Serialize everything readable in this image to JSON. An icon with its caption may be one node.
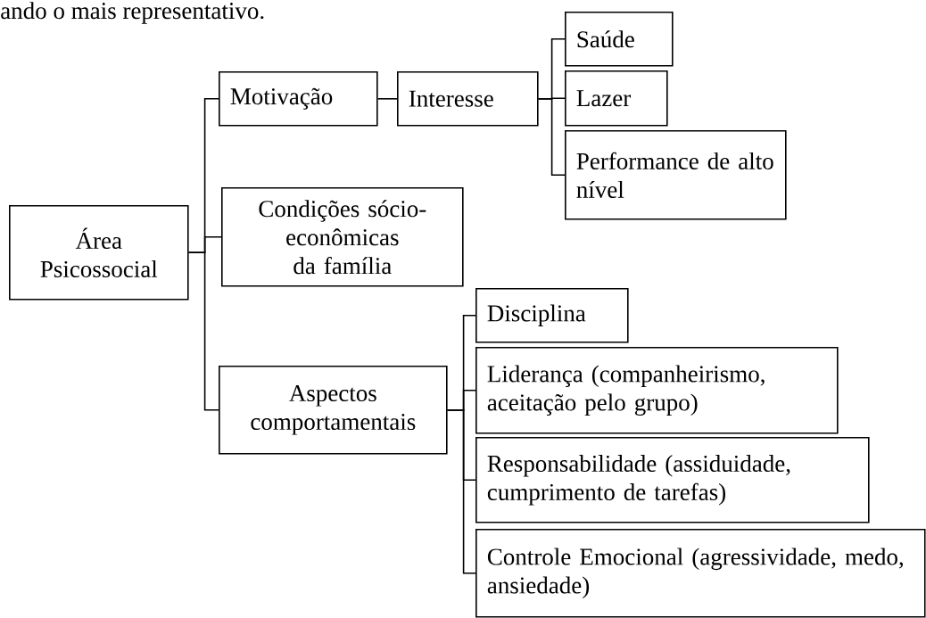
{
  "diagram": {
    "nodes": [
      {
        "text": [
          "Área Psicossocial"
        ]
      },
      {
        "text": [
          "Motivação"
        ]
      },
      {
        "text": [
          "Interesse"
        ]
      },
      {
        "text": [
          "Saúde"
        ]
      },
      {
        "text": [
          "Lazer"
        ]
      },
      {
        "text": [
          "Performance de alto nível"
        ]
      },
      {
        "text": [
          "Condições sócio-econômicas da família"
        ]
      },
      {
        "text": [
          "Aspectos comportamentais"
        ]
      },
      {
        "text": [
          "Disciplina"
        ]
      },
      {
        "text": [
          "Liderança (companheirismo, aceitação pelo grupo)"
        ]
      },
      {
        "text": [
          "Responsabilidade (assiduidade, cumprimento de tarefas)"
        ]
      },
      {
        "text": [
          "Controle Emocional (agressividade, medo, ansiedade)"
        ]
      }
    ],
    "edges": [
      {
        "from": 0,
        "to": 1,
        "arrow": "none"
      },
      {
        "from": 0,
        "to": 6,
        "arrow": "none"
      },
      {
        "from": 0,
        "to": 7,
        "arrow": "none"
      },
      {
        "from": 1,
        "to": 2,
        "arrow": "none"
      },
      {
        "from": 2,
        "to": 3,
        "arrow": "none"
      },
      {
        "from": 2,
        "to": 4,
        "arrow": "none"
      },
      {
        "from": 2,
        "to": 5,
        "arrow": "none"
      },
      {
        "from": 7,
        "to": 8,
        "arrow": "none"
      },
      {
        "from": 7,
        "to": 9,
        "arrow": "none"
      },
      {
        "from": 7,
        "to": 10,
        "arrow": "none"
      },
      {
        "from": 7,
        "to": 11,
        "arrow": "none"
      }
    ],
    "labels": [
      "ando o mais representativo."
    ]
  }
}
